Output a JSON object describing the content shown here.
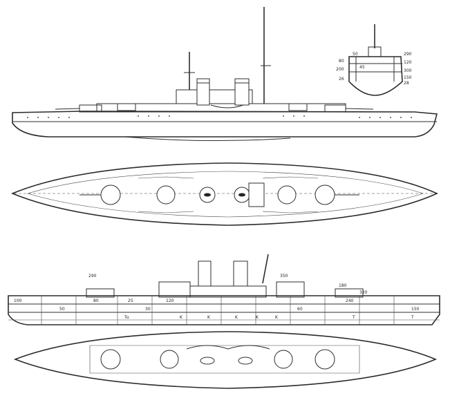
{
  "drawing": {
    "section_labels": [
      "290",
      "50",
      "120",
      "200",
      "80",
      "300",
      "150",
      "26",
      "28",
      "45"
    ],
    "armor_profile_labels": [
      "290",
      "180",
      "120",
      "25",
      "50",
      "30",
      "80",
      "100",
      "150",
      "320",
      "240",
      "350",
      "60"
    ],
    "compartment_letters": [
      "Tu",
      "K",
      "K",
      "K",
      "K",
      "K",
      "T",
      "T"
    ]
  }
}
